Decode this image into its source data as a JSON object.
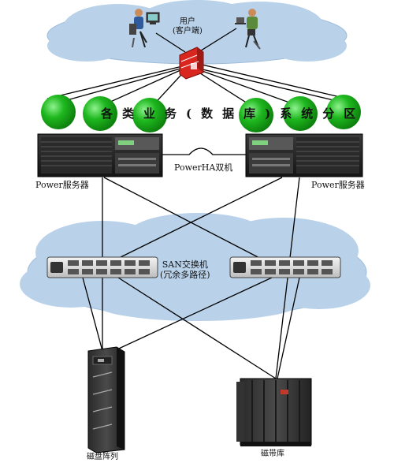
{
  "labels": {
    "users_line1": "用户",
    "users_line2": "(客户端)",
    "business_band": "各类业务(数据库)系统分区",
    "powerha": "PowerHA双机",
    "server_left": "Power服务器",
    "server_right": "Power服务器",
    "san_line1": "SAN交换机",
    "san_line2": "(冗余多路径)",
    "disk_array": "磁盘阵列",
    "tape_library": "磁带库"
  },
  "colors": {
    "cloud": "#b9d2ea",
    "cloud_edge": "#9fbddb",
    "partition": "#1fb81f",
    "partition_dark": "#0c7d0c",
    "firewall": "#d9261f",
    "server_dark": "#1e1e1e",
    "server_panel": "#585858",
    "line": "#000000"
  },
  "icons": {
    "user_left": "desktop-user-icon",
    "user_right": "laptop-user-icon",
    "firewall": "firewall-icon",
    "server": "server-icon",
    "switch": "san-switch-icon",
    "disk": "disk-array-icon",
    "tape": "tape-library-icon"
  }
}
